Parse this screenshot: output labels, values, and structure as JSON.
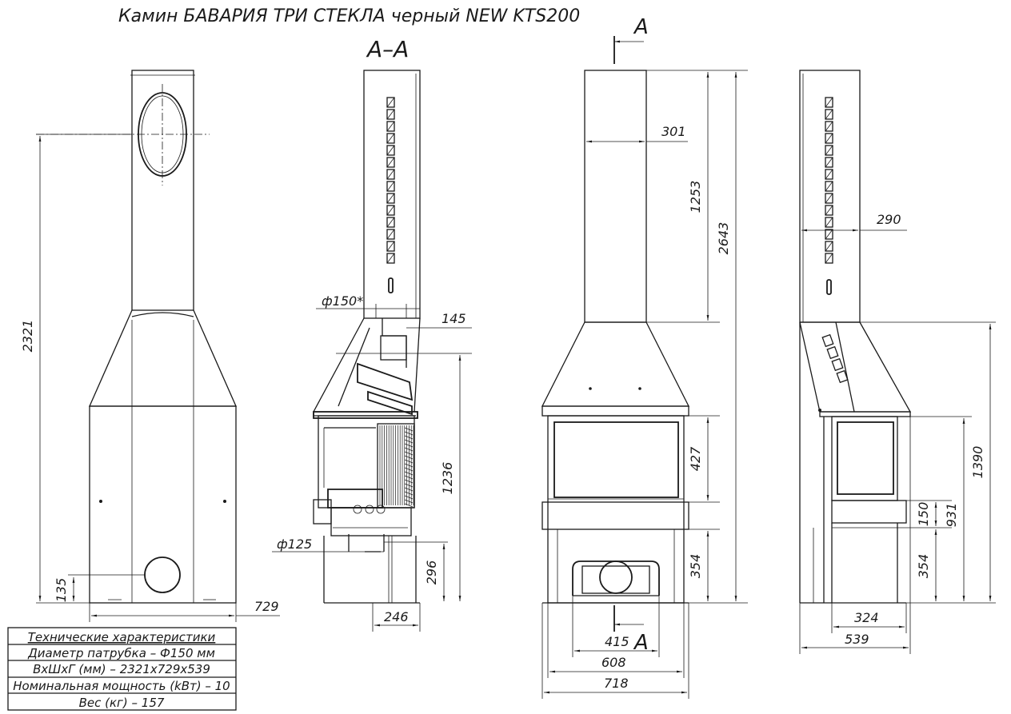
{
  "title": "Камин БАВАРИЯ ТРИ СТЕКЛА черный NEW KTS200",
  "section_label": "А–А",
  "section_mark": "А",
  "dimensions": {
    "front_height": "2321",
    "front_base_offset": "135",
    "front_width": "729",
    "section_flue_diameter": "ф150*",
    "section_flue_offset": "145",
    "section_firebox_height": "1236",
    "section_inlet_diameter": "ф125",
    "section_inlet_height": "296",
    "section_depth": "246",
    "side_chimney_width": "301",
    "side_chimney_height": "1253",
    "side_total_height": "2643",
    "side_glass_height": "427",
    "side_base_height": "354",
    "side_inner_width": "415",
    "side_body_width": "608",
    "side_total_width": "718",
    "right_chimney_depth": "290",
    "right_total_height": "1390",
    "right_body_height": "931",
    "right_shelf": "150",
    "right_base_height": "354",
    "right_inner_depth": "324",
    "right_total_depth": "539"
  },
  "specs": {
    "header": "Технические характеристики",
    "rows": [
      "Диаметр патрубка – Ф150 мм",
      "ВхШхГ (мм) – 2321х729х539",
      "Номинальная мощность (kВт) – 10",
      "Вес (кг) – 157"
    ]
  }
}
